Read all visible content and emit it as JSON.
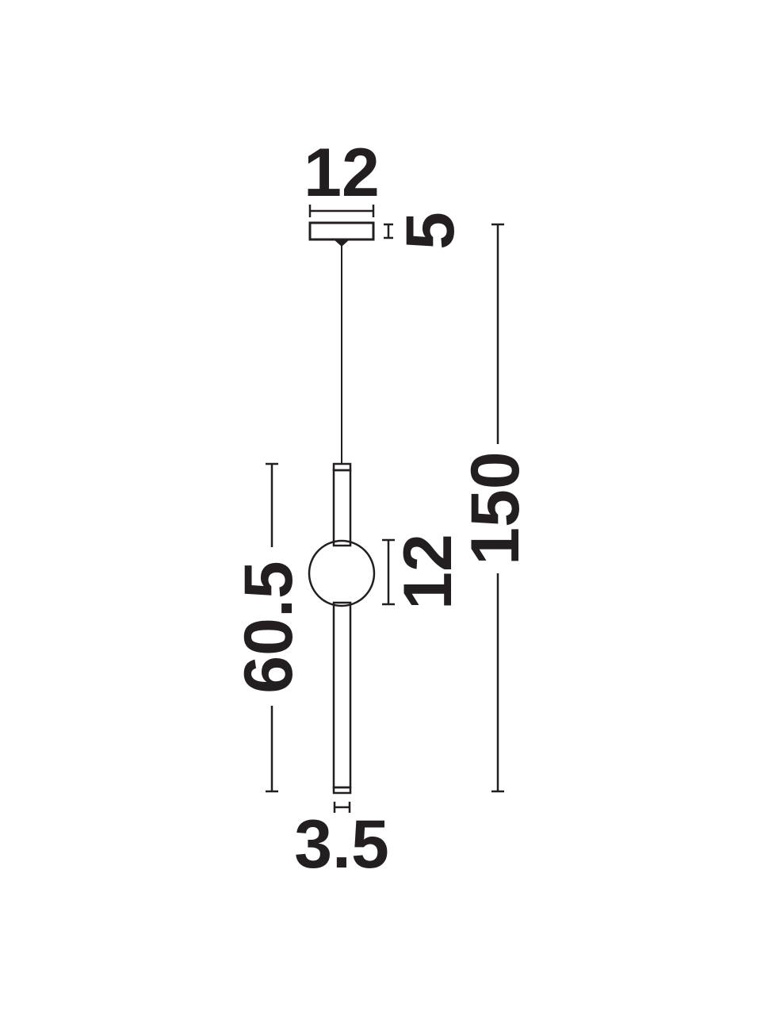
{
  "dimensions": {
    "canopy_width": "12",
    "canopy_height": "5",
    "overall_height": "150",
    "lamp_length": "60.5",
    "globe_diameter": "12",
    "tube_diameter": "3.5"
  },
  "colors": {
    "line": "#231f20",
    "background": "#ffffff"
  }
}
